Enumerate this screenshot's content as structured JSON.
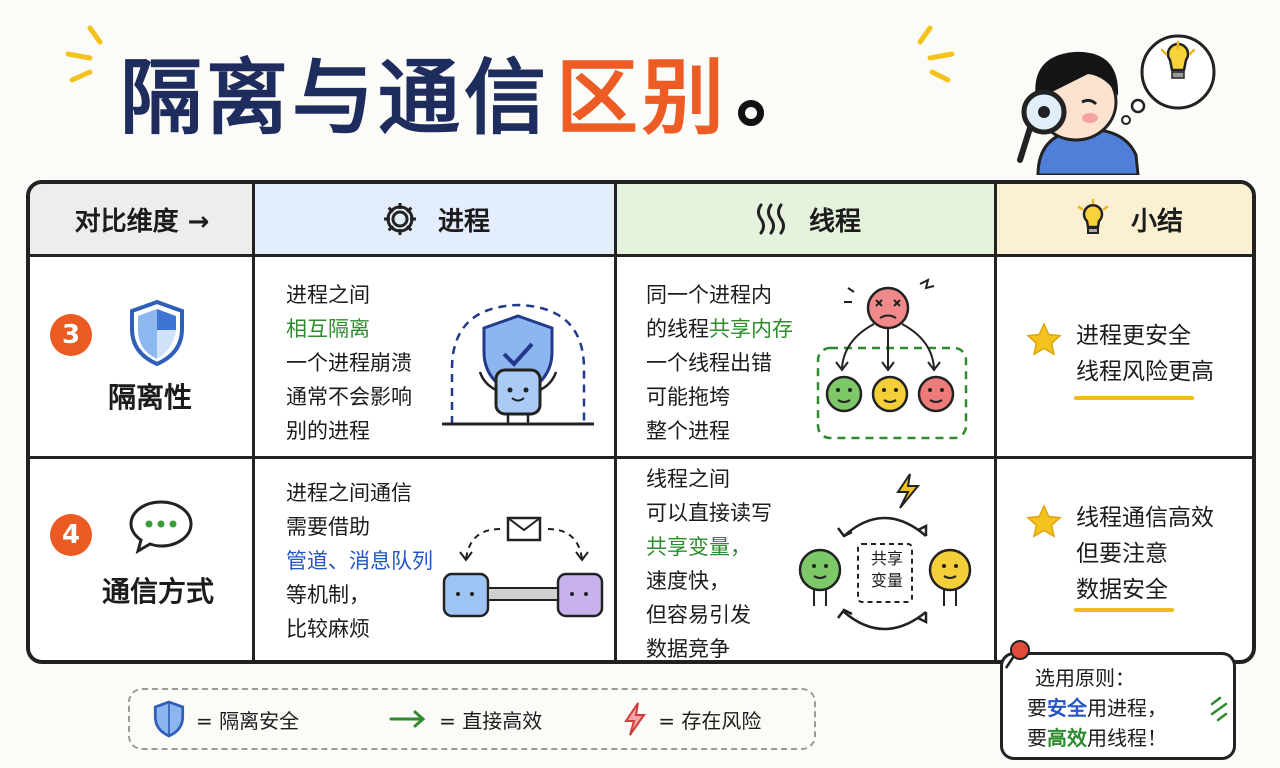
{
  "title": {
    "main": "隔离与通信",
    "accent": "区别"
  },
  "header": {
    "dimension": "对比维度 →",
    "process": "进程",
    "thread": "线程",
    "summary": "小结"
  },
  "rows": [
    {
      "number": "3",
      "label": "隔离性",
      "process": [
        "进程之间",
        "相互隔离",
        "一个进程崩溃",
        "通常不会影响",
        "别的进程"
      ],
      "thread": {
        "line1": "同一个进程内",
        "line2_prefix": "的线程",
        "line2_highlight": "共享内存",
        "line3": "一个线程出错",
        "line4": "可能拖垮",
        "line5": "整个进程"
      },
      "summary": [
        "进程更安全",
        "线程风险更高"
      ]
    },
    {
      "number": "4",
      "label": "通信方式",
      "process": [
        "进程之间通信",
        "需要借助",
        "管道、消息队列",
        "等机制，",
        "比较麻烦"
      ],
      "thread": {
        "line1": "线程之间",
        "line2": "可以直接读写",
        "line3": "共享变量，",
        "line4": "速度快，",
        "line5": "但容易引发",
        "line6": "数据竞争"
      },
      "shared_box": [
        "共享",
        "变量"
      ],
      "summary": [
        "线程通信高效",
        "但要注意",
        "数据安全"
      ]
    }
  ],
  "legend": {
    "safe": "= 隔离安全",
    "direct": "= 直接高效",
    "risk": "= 存在风险"
  },
  "principle": {
    "title": "选用原则：",
    "line1_prefix": "要",
    "line1_highlight": "安全",
    "line1_suffix": "用进程，",
    "line2_prefix": "要",
    "line2_highlight": "高效",
    "line2_suffix": "用线程！"
  },
  "colors": {
    "title_navy": "#1f2d5e",
    "accent_orange": "#ec5c24",
    "process_header": "#e4edfb",
    "thread_header": "#e5f3dd",
    "summary_header": "#fbf1d2",
    "dimension_header": "#ededed"
  }
}
